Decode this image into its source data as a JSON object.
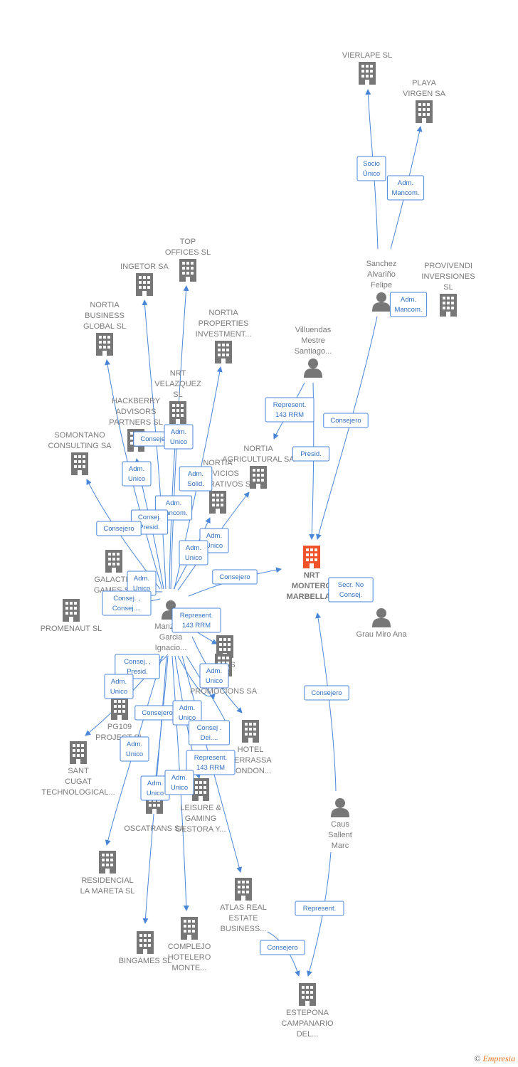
{
  "footer": {
    "copyright": "©",
    "brand": "Empresia"
  },
  "nodes": [
    {
      "id": "vierlape",
      "type": "company",
      "lines": [
        "VIERLAPE SL"
      ]
    },
    {
      "id": "playa",
      "type": "company",
      "lines": [
        "PLAYA",
        "VIRGEN SA"
      ]
    },
    {
      "id": "sanchez",
      "type": "person",
      "lines": [
        "Sanchez",
        "Alvariño",
        "Felipe"
      ]
    },
    {
      "id": "provivendi",
      "type": "company",
      "lines": [
        "PROVIVENDI",
        "INVERSIONES",
        "SL"
      ]
    },
    {
      "id": "top",
      "type": "company",
      "lines": [
        "TOP",
        "OFFICES SL"
      ]
    },
    {
      "id": "ingetor",
      "type": "company",
      "lines": [
        "INGETOR SA"
      ]
    },
    {
      "id": "nortiabiz",
      "type": "company",
      "lines": [
        "NORTIA",
        "BUSINESS",
        "GLOBAL  SL"
      ]
    },
    {
      "id": "nortiaprop",
      "type": "company",
      "lines": [
        "NORTIA",
        "PROPERTIES",
        "INVESTMENT..."
      ]
    },
    {
      "id": "villuendas",
      "type": "person",
      "lines": [
        "Villuendas",
        "Mestre",
        "Santiago..."
      ]
    },
    {
      "id": "nrtvel",
      "type": "company",
      "lines": [
        "NRT",
        "VELAZQUEZ",
        "SL"
      ]
    },
    {
      "id": "hackberry",
      "type": "company",
      "lines": [
        "HACKBERRY",
        "ADVISORS",
        "PARTNERS  SL"
      ]
    },
    {
      "id": "somontano",
      "type": "company",
      "lines": [
        "SOMONTANO",
        "CONSULTING SA"
      ]
    },
    {
      "id": "nortiaagri",
      "type": "company",
      "lines": [
        "NORTIA",
        "AGRICULTURAL SA"
      ]
    },
    {
      "id": "nortiaserv",
      "type": "company",
      "lines": [
        "NORTIA",
        "SERVICIOS",
        "CORPORATIVOS SL"
      ]
    },
    {
      "id": "nrtmain",
      "type": "main",
      "lines": [
        "NRT",
        "MONTERO",
        "MARBELLA..."
      ]
    },
    {
      "id": "galactic",
      "type": "company",
      "lines": [
        "GALACTIC",
        "GAMES SL"
      ]
    },
    {
      "id": "promenaut",
      "type": "company",
      "lines": [
        "PROMENAUT SL"
      ]
    },
    {
      "id": "manzano",
      "type": "person",
      "lines": [
        "Manzano",
        "Garcia",
        "Ignacio..."
      ]
    },
    {
      "id": "grau",
      "type": "person",
      "lines": [
        "Grau Miro Ana"
      ]
    },
    {
      "id": "tres",
      "type": "company",
      "lines": [
        "TRES"
      ]
    },
    {
      "id": "promocions",
      "type": "company",
      "lines": [
        "PROMOCIONS SA"
      ]
    },
    {
      "id": "pg109",
      "type": "company",
      "lines": [
        "PG109",
        "PROJECT SL"
      ]
    },
    {
      "id": "hotel",
      "type": "company",
      "lines": [
        "HOTEL",
        "TERRASSA",
        "CONDON..."
      ]
    },
    {
      "id": "santcugat",
      "type": "company",
      "lines": [
        "SANT",
        "CUGAT",
        "TECHNOLOGICAL..."
      ]
    },
    {
      "id": "leisure",
      "type": "company",
      "lines": [
        "LEISURE &",
        "GAMING",
        "GESTORA Y..."
      ]
    },
    {
      "id": "oscatrans",
      "type": "company",
      "lines": [
        "OSCATRANS SA"
      ]
    },
    {
      "id": "caus",
      "type": "person",
      "lines": [
        "Caus",
        "Sallent",
        "Marc"
      ]
    },
    {
      "id": "residencial",
      "type": "company",
      "lines": [
        "RESIDENCIAL",
        "LA MARETA SL"
      ]
    },
    {
      "id": "atlas",
      "type": "company",
      "lines": [
        "ATLAS REAL",
        "ESTATE",
        "BUSINESS..."
      ]
    },
    {
      "id": "complejo",
      "type": "company",
      "lines": [
        "COMPLEJO",
        "HOTELERO",
        "MONTE..."
      ]
    },
    {
      "id": "bingames",
      "type": "company",
      "lines": [
        "BINGAMES SL"
      ]
    },
    {
      "id": "estepona",
      "type": "company",
      "lines": [
        "ESTEPONA",
        "CAMPANARIO",
        "DEL..."
      ]
    }
  ],
  "edge_labels": [
    {
      "id": "e-socio",
      "lines": [
        "Socio",
        "Único"
      ]
    },
    {
      "id": "e-admmancom1",
      "lines": [
        "Adm.",
        "Mancom."
      ]
    },
    {
      "id": "e-admmancom2",
      "lines": [
        "Adm.",
        "Mancom."
      ]
    },
    {
      "id": "e-consejero-sanchez",
      "lines": [
        "Consejero"
      ]
    },
    {
      "id": "e-represent-vill",
      "lines": [
        "Represent.",
        "143 RRM"
      ]
    },
    {
      "id": "e-presid-vill",
      "lines": [
        "Presid."
      ]
    },
    {
      "id": "e-consejero-hack",
      "lines": [
        "Consejero"
      ]
    },
    {
      "id": "e-admunico-vel",
      "lines": [
        "Adm.",
        "Unico"
      ]
    },
    {
      "id": "e-admunico-hack",
      "lines": [
        "Adm.",
        "Unico"
      ]
    },
    {
      "id": "e-admsolid",
      "lines": [
        "Adm.",
        "Solid."
      ]
    },
    {
      "id": "e-admmancom3",
      "lines": [
        "Adm.",
        "Mancom."
      ]
    },
    {
      "id": "e-conspresid1",
      "lines": [
        "Consej.",
        "Presid."
      ]
    },
    {
      "id": "e-consejero-som",
      "lines": [
        "Consejero"
      ]
    },
    {
      "id": "e-admunico-agri",
      "lines": [
        "Adm.",
        "Unico"
      ]
    },
    {
      "id": "e-admunico-serv",
      "lines": [
        "Adm.",
        "Unico"
      ]
    },
    {
      "id": "e-consejero-main",
      "lines": [
        "Consejero"
      ]
    },
    {
      "id": "e-secr",
      "lines": [
        "Secr.  No",
        "Consej."
      ]
    },
    {
      "id": "e-admunico-gal",
      "lines": [
        "Adm.",
        "Unico"
      ]
    },
    {
      "id": "e-consej-prom",
      "lines": [
        "Consej. ,",
        "Consej...."
      ]
    },
    {
      "id": "e-represent-manz",
      "lines": [
        "Represent.",
        "143 RRM"
      ]
    },
    {
      "id": "e-conspresid2",
      "lines": [
        "Consej. ,",
        "Presid."
      ]
    },
    {
      "id": "e-admunico-pg",
      "lines": [
        "Adm.",
        "Unico"
      ]
    },
    {
      "id": "e-admunico-tres",
      "lines": [
        "Adm.",
        "Unico"
      ]
    },
    {
      "id": "e-consejero-caus",
      "lines": [
        "Consejero"
      ]
    },
    {
      "id": "e-consejero-osc",
      "lines": [
        "Consejero"
      ]
    },
    {
      "id": "e-admunico-sant",
      "lines": [
        "Adm.",
        "Unico"
      ]
    },
    {
      "id": "e-consdel",
      "lines": [
        "Consej .",
        "Del...."
      ]
    },
    {
      "id": "e-admunico-pg2",
      "lines": [
        "Adm.",
        "Unico"
      ]
    },
    {
      "id": "e-represent-hotel",
      "lines": [
        "Represent.",
        "143 RRM"
      ]
    },
    {
      "id": "e-admunico-res",
      "lines": [
        "Adm.",
        "Unico"
      ]
    },
    {
      "id": "e-admunico-bin",
      "lines": [
        "Adm.",
        "Unico"
      ]
    },
    {
      "id": "e-represent-caus",
      "lines": [
        "Represent."
      ]
    },
    {
      "id": "e-consejero-atlas",
      "lines": [
        "Consejero"
      ]
    }
  ]
}
